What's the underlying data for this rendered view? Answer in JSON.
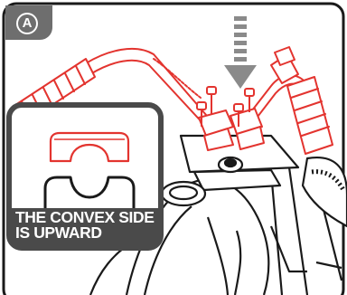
{
  "step_badge": {
    "letter": "A"
  },
  "callout": {
    "line1": "THE CONVEX SIDE",
    "line2": "IS UPWARD"
  },
  "colors": {
    "accent_red": "#e3342f",
    "badge_gray": "#6e6e6e",
    "callout_bg": "#4a4a4a",
    "outline": "#1a1a1a",
    "arrow_gray": "#8a8a8a"
  },
  "icons": [
    "down-arrow-icon",
    "bolt-icon",
    "riser-clamp-icon"
  ]
}
